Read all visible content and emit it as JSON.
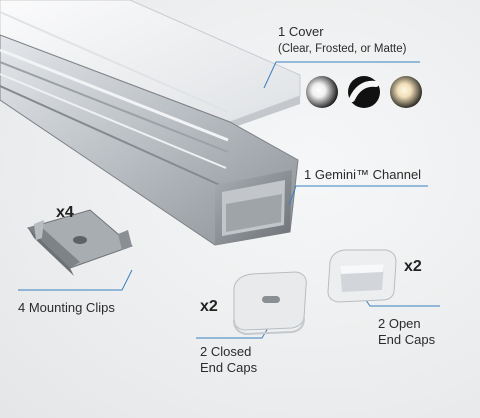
{
  "components": {
    "cover": {
      "title": "1 Cover",
      "subtitle": "(Clear, Frosted, or Matte)",
      "swatches": [
        {
          "name": "clear",
          "color": "#1a1a1a",
          "glow": "#ffffff"
        },
        {
          "name": "frosted",
          "color": "#101010",
          "glow": "#f2f2f2"
        },
        {
          "name": "matte",
          "color": "#111111",
          "glow": "#f4e6c8"
        }
      ]
    },
    "channel": {
      "title": "1 Gemini™ Channel"
    },
    "mounting_clips": {
      "qty": "x4",
      "title": "4 Mounting Clips"
    },
    "closed_end_caps": {
      "qty": "x2",
      "line1": "2 Closed",
      "line2": "End Caps"
    },
    "open_end_caps": {
      "qty": "x2",
      "line1": "2 Open",
      "line2": "End Caps"
    }
  },
  "colors": {
    "aluminum_light": "#d7dadd",
    "aluminum_dark": "#8e9398",
    "cover_white": "#f4f5f6",
    "leader_line": "#3b7fbf"
  }
}
